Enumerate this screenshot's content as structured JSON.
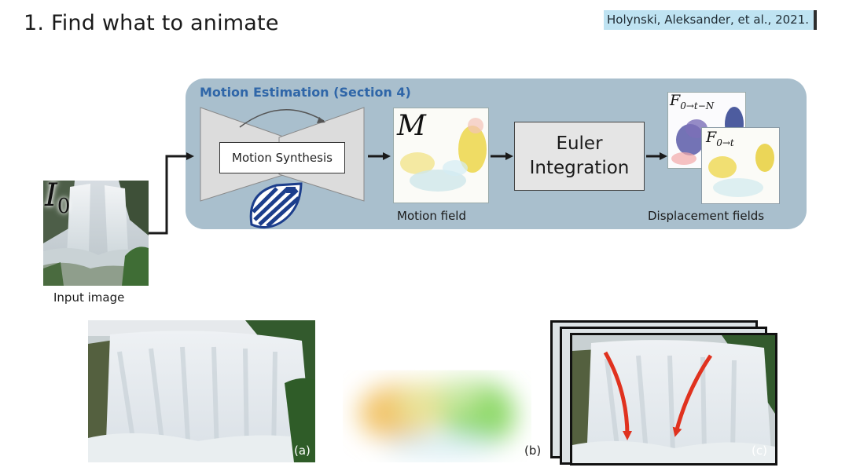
{
  "slide": {
    "title": "1. Find what to animate",
    "citation": "Holynski, Aleksander, et al., 2021."
  },
  "pipeline": {
    "section_title": "Motion Estimation (Section 4)",
    "input_symbol": "I",
    "input_subscript": "0",
    "input_caption": "Input image",
    "synthesis_label": "Motion Synthesis",
    "motion_symbol": "M",
    "motion_caption": "Motion field",
    "euler_line1": "Euler",
    "euler_line2": "Integration",
    "field_back_symbol": "F",
    "field_back_subscript": "0→t−N",
    "field_front_symbol": "F",
    "field_front_subscript": "0→t",
    "displacement_caption": "Displacement fields"
  },
  "examples": {
    "panel_a_label": "(a)",
    "panel_b_label": "(b)",
    "panel_c_label": "(c)"
  },
  "colors": {
    "panel_bg": "#a9bfcd",
    "section_title": "#2f66a8",
    "arrow": "#1a1a1a",
    "red_arrow": "#e0321f",
    "net_trapezoid": "#dcdcdc"
  }
}
